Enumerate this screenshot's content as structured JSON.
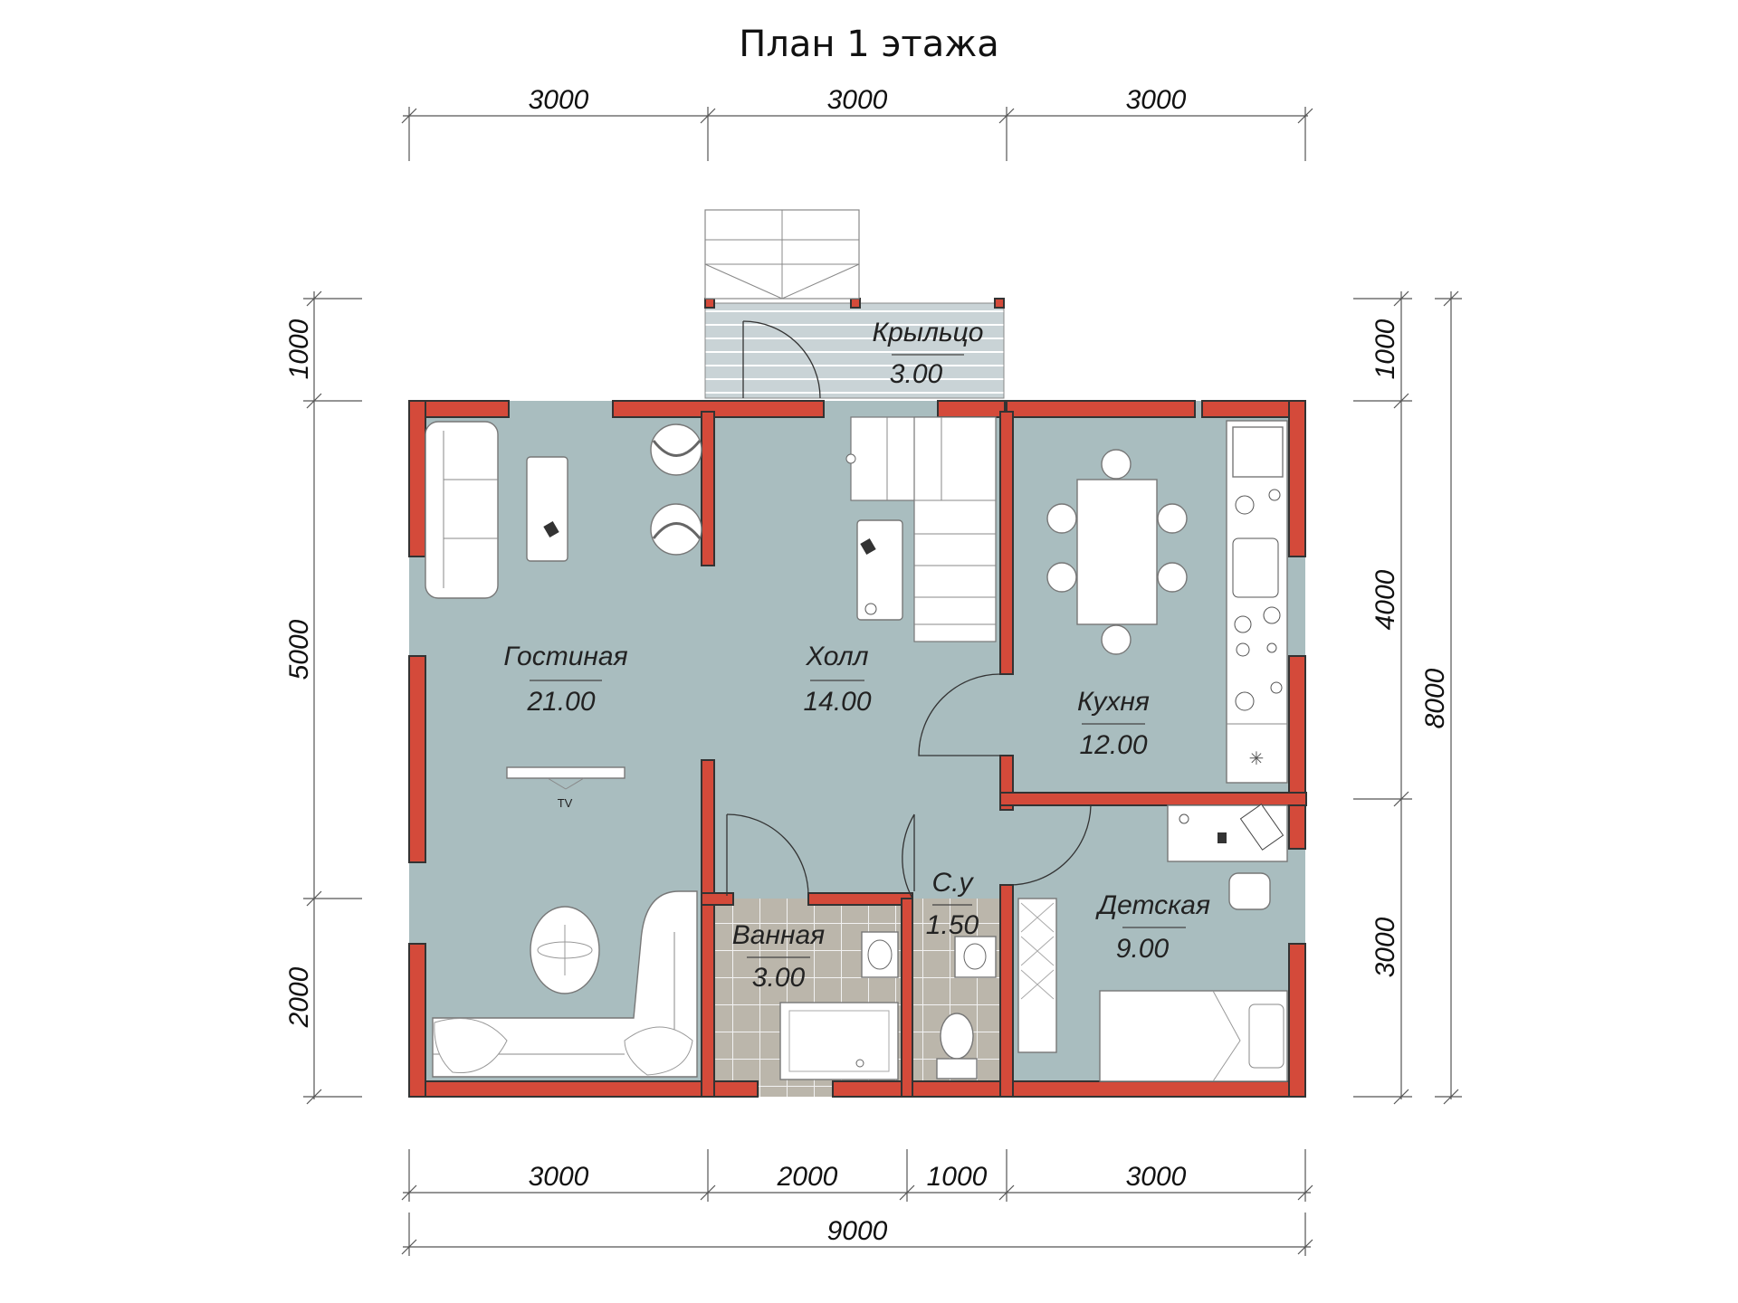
{
  "title": "План 1 этажа",
  "dimensions": {
    "top": [
      "3000",
      "3000",
      "3000"
    ],
    "bottom": [
      "3000",
      "2000",
      "1000",
      "3000"
    ],
    "bottom_total": "9000",
    "left": [
      "1000",
      "5000",
      "2000"
    ],
    "right": [
      "1000",
      "4000",
      "3000"
    ],
    "right_total": "8000"
  },
  "rooms": {
    "porch": {
      "name": "Крыльцо",
      "area": "3.00"
    },
    "living": {
      "name": "Гостиная",
      "area": "21.00"
    },
    "hall": {
      "name": "Холл",
      "area": "14.00"
    },
    "kitchen": {
      "name": "Кухня",
      "area": "12.00"
    },
    "bath": {
      "name": "Ванная",
      "area": "3.00"
    },
    "wc": {
      "name": "С.у",
      "area": "1.50"
    },
    "kids": {
      "name": "Детская",
      "area": "9.00"
    }
  },
  "labels": {
    "tv": "TV"
  },
  "colors": {
    "wall": "#d44a3a",
    "floor": "#a9bdbf",
    "tile": "#b9b4a9",
    "porch": "#c9d3d6"
  }
}
